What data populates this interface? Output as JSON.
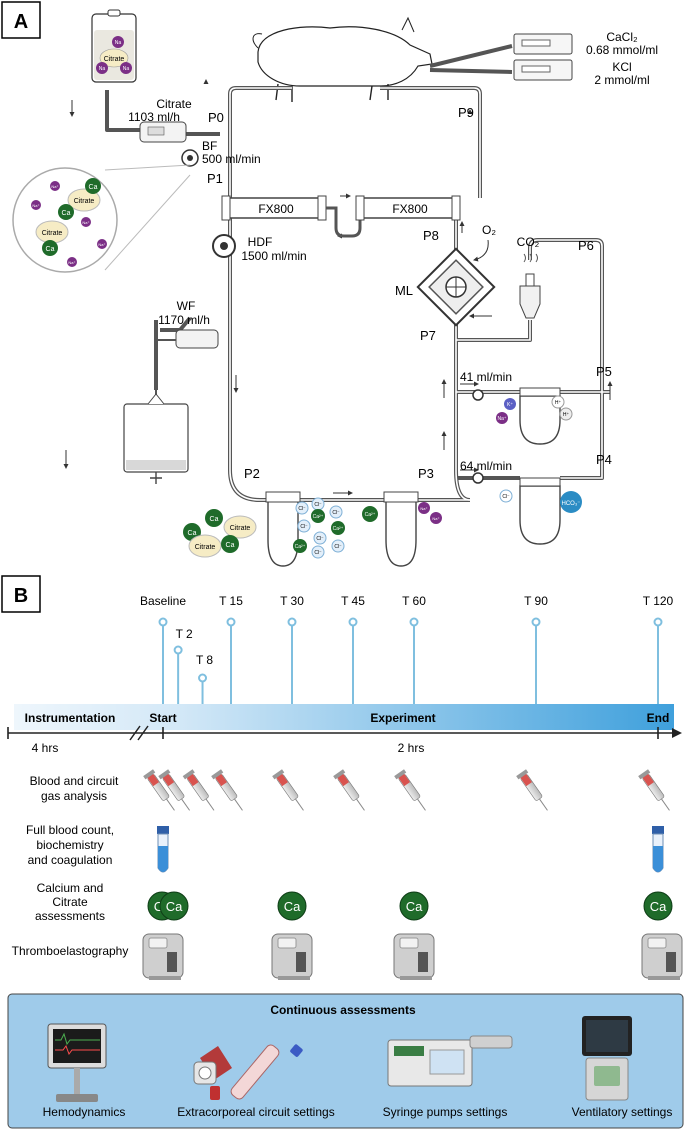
{
  "panels": {
    "a": "A",
    "b": "B"
  },
  "circuit": {
    "bag_label": "Citrate",
    "na": "Na",
    "citrate_rate": [
      "Citrate",
      "1103 ml/h"
    ],
    "p0": "P0",
    "p1": "P1",
    "p2": "P2",
    "p3": "P3",
    "p4": "P4",
    "p5": "P5",
    "p6": "P6",
    "p7": "P7",
    "p8": "P8",
    "p9": "P9",
    "bf": [
      "BF",
      "500 ml/min"
    ],
    "hdf": [
      "HDF",
      "1500 ml/min"
    ],
    "wf": [
      "WF",
      "1170 ml/h"
    ],
    "filter1": "FX800",
    "filter2": "FX800",
    "ml": "ML",
    "o2": "O₂",
    "co2": "CO₂",
    "cacl2": [
      "CaCl₂",
      "0.68 mmol/ml"
    ],
    "kcl": [
      "KCl",
      "2 mmol/ml"
    ],
    "rate_41": "41 ml/min",
    "rate_64": "64 ml/min",
    "ions": {
      "ca": "Ca",
      "citrate": "Citrate",
      "na_plus": "Na⁺",
      "cl": "Cl⁻",
      "ca2": "Ca²⁺",
      "k": "K⁺",
      "h": "H⁺",
      "hco3": "HCO₃⁻"
    }
  },
  "timeline": {
    "points": [
      {
        "label": "Baseline",
        "t": -2
      },
      {
        "label": "T 2",
        "t": 2
      },
      {
        "label": "T 8",
        "t": 8
      },
      {
        "label": "T 15",
        "t": 15
      },
      {
        "label": "T 30",
        "t": 30
      },
      {
        "label": "T 45",
        "t": 45
      },
      {
        "label": "T 60",
        "t": 60
      },
      {
        "label": "T 90",
        "t": 90
      },
      {
        "label": "T 120",
        "t": 120
      }
    ],
    "instrumentation": "Instrumentation",
    "start": "Start",
    "experiment": "Experiment",
    "end": "End",
    "duration_prep": "4 hrs",
    "duration_exp": "2 hrs"
  },
  "rows": {
    "gas": [
      "Blood and circuit",
      "gas analysis"
    ],
    "fbc": [
      "Full blood count,",
      "biochemistry",
      "and coagulation"
    ],
    "calcium": [
      "Calcium and",
      "Citrate",
      "assessments"
    ],
    "teg": "Thromboelastography",
    "ca_badge": "Ca"
  },
  "continuous": {
    "title": "Continuous assessments",
    "items": [
      "Hemodynamics",
      "Extracorporeal circuit settings",
      "Syringe pumps settings",
      "Ventilatory settings"
    ]
  },
  "colors": {
    "pipe": "#555555",
    "tick": "#7fbfdf",
    "bar_start": "#e9f3fb",
    "bar_end": "#3fa0dc",
    "ca": "#1f6b2a",
    "na": "#7b2f86",
    "cit": "#f6ecc5",
    "box": "#9fcbea",
    "hco3": "#2b8cc4"
  }
}
